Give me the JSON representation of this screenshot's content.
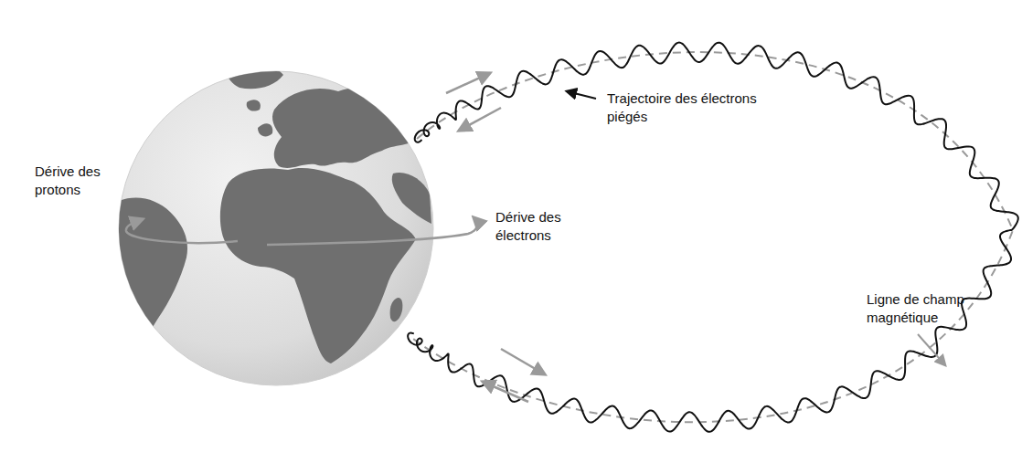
{
  "diagram": {
    "labels": [
      "Trajectoire des électrons piégés",
      "Dérive des protons",
      "Dérive des électrons",
      "Ligne de champ magnétique"
    ]
  }
}
